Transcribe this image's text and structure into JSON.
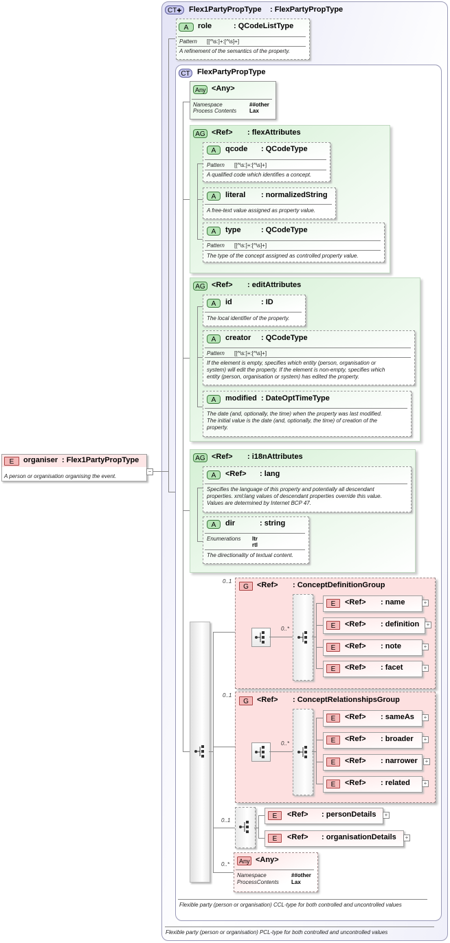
{
  "root_element": {
    "badge": "E",
    "name": "organiser",
    "type": ": Flex1PartyPropType",
    "description": "A person or organisation organising the event."
  },
  "outer_type": {
    "badge": "CT",
    "title": "Flex1PartyPropType",
    "base": ": FlexPartyPropType",
    "footer": "Flexible party (person or organisation) PCL-type for both controlled and uncontrolled values"
  },
  "role_attr": {
    "badge": "A",
    "name": "role",
    "type": ": QCodeListType",
    "pattern_label": "Pattern",
    "pattern": "[[^\\s:]+:[^\\s]+]",
    "description": "A refinement of the semantics of the property."
  },
  "inner_type": {
    "badge": "CT",
    "title": "FlexPartyPropType",
    "footer": "Flexible party (person or organisation) CCL-type for both controlled and uncontrolled values"
  },
  "any_attr": {
    "badge": "Any",
    "name": "<Any>",
    "namespace_label": "Namespace",
    "namespace_value": "##other",
    "process_label": "Process Contents",
    "process_value": "Lax"
  },
  "flex_attributes": {
    "badge": "AG",
    "ref": "<Ref>",
    "name": ": flexAttributes",
    "items": [
      {
        "badge": "A",
        "name": "qcode",
        "type": ": QCodeType",
        "pattern_label": "Pattern",
        "pattern": "[[^\\s:]+:[^\\s]+]",
        "description": "A qualified code which identifies a concept."
      },
      {
        "badge": "A",
        "name": "literal",
        "type": ": normalizedString",
        "description": "A free-text value assigned as property value."
      },
      {
        "badge": "A",
        "name": "type",
        "type": ": QCodeType",
        "pattern_label": "Pattern",
        "pattern": "[[^\\s:]+:[^\\s]+]",
        "description": "The type of the concept assigned as controlled property value."
      }
    ]
  },
  "edit_attributes": {
    "badge": "AG",
    "ref": "<Ref>",
    "name": ": editAttributes",
    "items": [
      {
        "badge": "A",
        "name": "id",
        "type": ": ID",
        "description": "The local identifier of the property."
      },
      {
        "badge": "A",
        "name": "creator",
        "type": ": QCodeType",
        "pattern_label": "Pattern",
        "pattern": "[[^\\s:]+:[^\\s]+]",
        "description_lines": [
          "If the element is empty, specifies which entity (person, organisation or",
          "system) will edit the property. If the element is non-empty, specifies which",
          "entity (person, organisation or system) has edited the property."
        ]
      },
      {
        "badge": "A",
        "name": "modified",
        "type": ": DateOptTimeType",
        "description_lines": [
          "The date (and, optionally, the time) when the property was last modified.",
          "The initial value is the date (and, optionally, the time) of creation of the",
          "property."
        ]
      }
    ]
  },
  "i18n_attributes": {
    "badge": "AG",
    "ref": "<Ref>",
    "name": ": i18nAttributes",
    "items": [
      {
        "badge": "A",
        "name": "<Ref>",
        "type": ": lang",
        "description_lines": [
          "Specifies the language of this property and potentially all descendant",
          "properties. xml:lang values of descendant properties override this value.",
          "Values are determined by Internet BCP 47."
        ]
      },
      {
        "badge": "A",
        "name": "dir",
        "type": ": string",
        "enum_label": "Enumerations",
        "enum_values": [
          "ltr",
          "rtl"
        ],
        "description": "The directionality of textual content."
      }
    ]
  },
  "concept_definition_group": {
    "multiplicity": "0..1",
    "badge": "G",
    "ref": "<Ref>",
    "name": ": ConceptDefinitionGroup",
    "seq_multiplicity": "0..*",
    "elements": [
      {
        "badge": "E",
        "ref": "<Ref>",
        "name": ": name"
      },
      {
        "badge": "E",
        "ref": "<Ref>",
        "name": ": definition"
      },
      {
        "badge": "E",
        "ref": "<Ref>",
        "name": ": note"
      },
      {
        "badge": "E",
        "ref": "<Ref>",
        "name": ": facet"
      }
    ]
  },
  "concept_relationships_group": {
    "multiplicity": "0..1",
    "badge": "G",
    "ref": "<Ref>",
    "name": ": ConceptRelationshipsGroup",
    "seq_multiplicity": "0..*",
    "elements": [
      {
        "badge": "E",
        "ref": "<Ref>",
        "name": ": sameAs"
      },
      {
        "badge": "E",
        "ref": "<Ref>",
        "name": ": broader"
      },
      {
        "badge": "E",
        "ref": "<Ref>",
        "name": ": narrower"
      },
      {
        "badge": "E",
        "ref": "<Ref>",
        "name": ": related"
      }
    ]
  },
  "choice_details": {
    "multiplicity": "0..1",
    "elements": [
      {
        "badge": "E",
        "ref": "<Ref>",
        "name": ": personDetails"
      },
      {
        "badge": "E",
        "ref": "<Ref>",
        "name": ": organisationDetails"
      }
    ]
  },
  "any_element": {
    "multiplicity": "0..*",
    "badge": "Any",
    "name": "<Any>",
    "namespace_label": "Namespace",
    "namespace_value": "##other",
    "process_label": "ProcessContents",
    "process_value": "Lax"
  },
  "expand_symbol": "+",
  "colors": {
    "complex_type_bg": "#e4e4f6",
    "attribute_bg": "#e8f6e8",
    "group_bg": "#fde0e0",
    "element_badge": "#f4b8b8",
    "attribute_badge": "#b6e4b6"
  }
}
